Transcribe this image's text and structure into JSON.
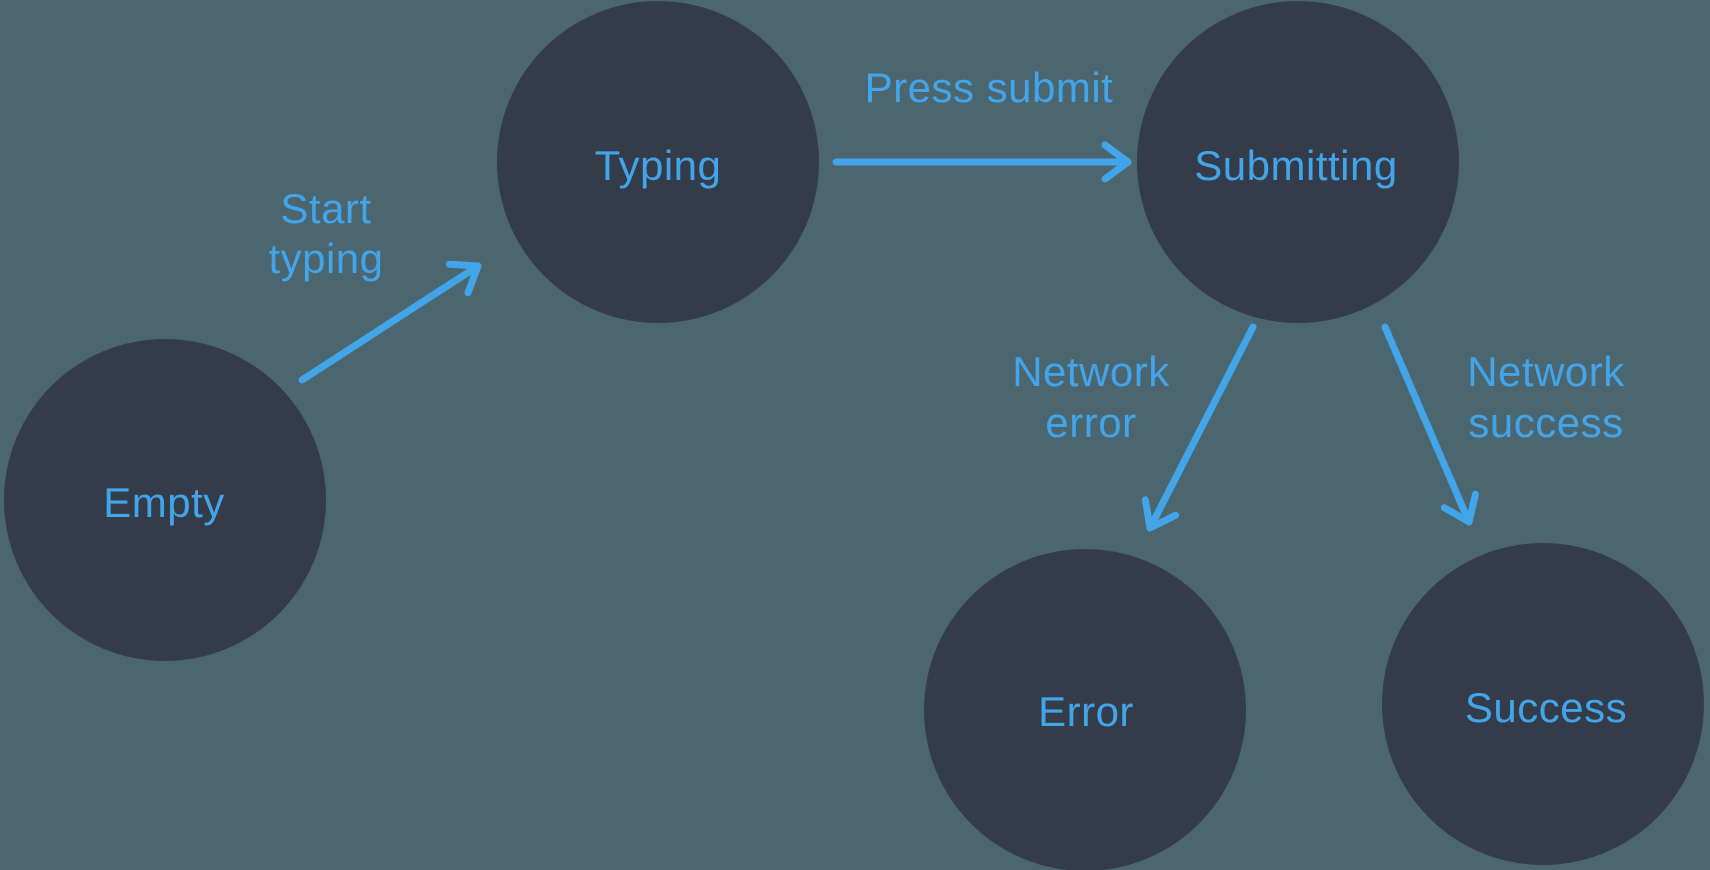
{
  "diagram": {
    "type": "state-machine",
    "description": "Form submission state machine",
    "colors": {
      "background": "#4C6670",
      "node_fill": "#343C4A",
      "accent": "#42A5EA"
    },
    "nodes": [
      {
        "id": "empty",
        "label": "Empty"
      },
      {
        "id": "typing",
        "label": "Typing"
      },
      {
        "id": "submitting",
        "label": "Submitting"
      },
      {
        "id": "error",
        "label": "Error"
      },
      {
        "id": "success",
        "label": "Success"
      }
    ],
    "transitions": [
      {
        "from": "empty",
        "to": "typing",
        "label_lines": [
          "Start",
          "typing"
        ]
      },
      {
        "from": "typing",
        "to": "submitting",
        "label_lines": [
          "Press submit"
        ]
      },
      {
        "from": "submitting",
        "to": "error",
        "label_lines": [
          "Network",
          "error"
        ]
      },
      {
        "from": "submitting",
        "to": "success",
        "label_lines": [
          "Network",
          "success"
        ]
      }
    ]
  }
}
